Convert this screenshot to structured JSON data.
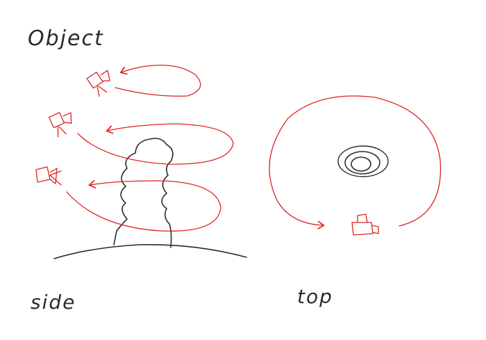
{
  "labels": {
    "title": "Object",
    "side": "side",
    "top": "top"
  },
  "colors": {
    "ink": "#2a2a2a",
    "camera_path": "#e02020"
  },
  "icons": {
    "camera": "camera-icon",
    "object": "object-icon"
  }
}
